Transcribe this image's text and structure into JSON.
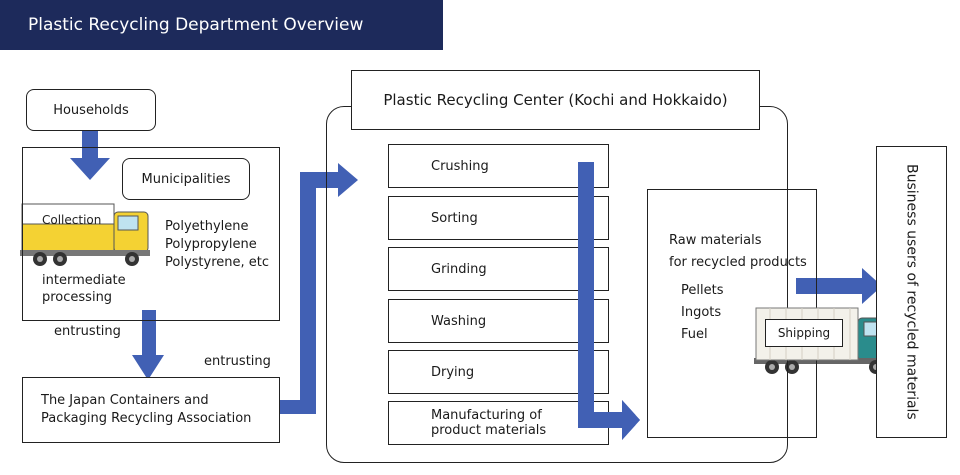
{
  "title": "Plastic Recycling Department Overview",
  "households": "Households",
  "municipalities": "Municipalities",
  "collection": "Collection",
  "plastics": [
    "Polyethylene",
    "Polypropylene",
    "Polystyrene, etc"
  ],
  "intermediate": [
    "intermediate",
    "processing"
  ],
  "entrusting_1": "entrusting",
  "entrusting_2": "entrusting",
  "association": [
    "The Japan Containers and",
    "Packaging Recycling Association"
  ],
  "center_title": "Plastic Recycling Center (Kochi and Hokkaido)",
  "steps": [
    "Crushing",
    "Sorting",
    "Grinding",
    "Washing",
    "Drying"
  ],
  "step_last": [
    "Manufacturing of",
    "product materials"
  ],
  "raw_materials": [
    "Raw materials",
    "for recycled products"
  ],
  "products": [
    "Pellets",
    "Ingots",
    "Fuel"
  ],
  "shipping": "Shipping",
  "business_users": "Business users of recycled materials",
  "colors": {
    "title_bg": "#1d2a5b",
    "arrow": "#4160b4",
    "truck_yellow": "#f4d233",
    "truck_teal": "#2a8c8c"
  }
}
